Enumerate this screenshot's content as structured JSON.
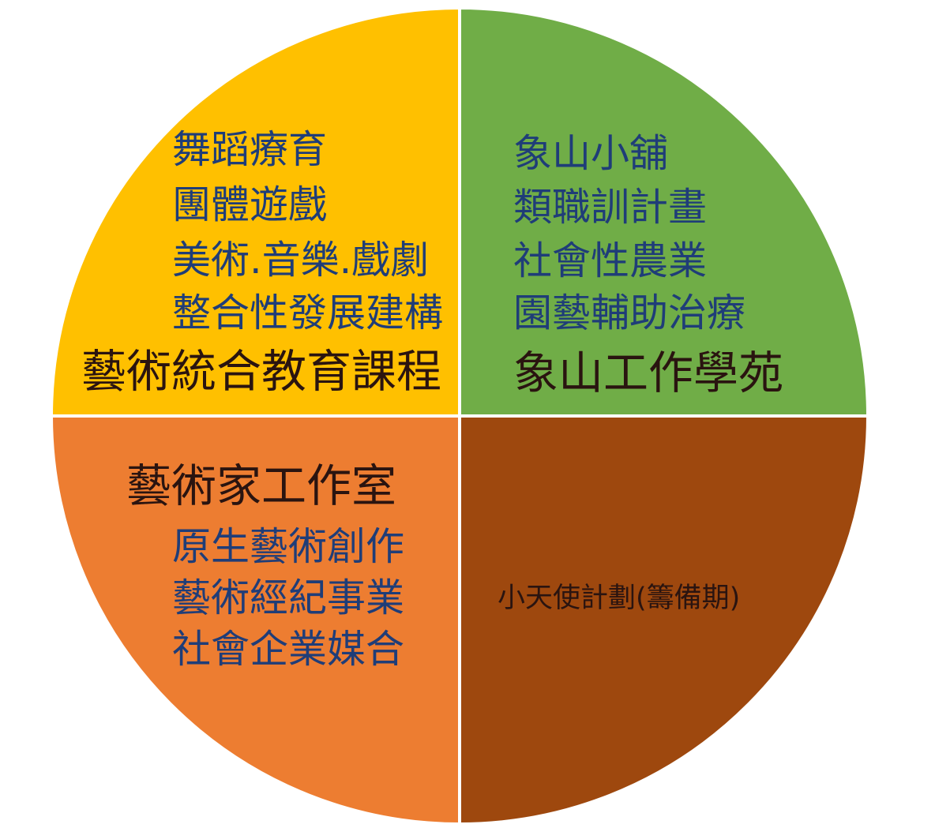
{
  "colors": {
    "quadrant_top_left": "#FFC000",
    "quadrant_top_right": "#70AD47",
    "quadrant_bottom_left": "#ED7D31",
    "quadrant_bottom_right": "#9E480E",
    "item_text": "#1F3D78",
    "title_text": "#2A1410"
  },
  "quadrants": {
    "top_left": {
      "items": [
        "舞蹈療育",
        "團體遊戲",
        "美術.音樂.戲劇",
        "整合性發展建構"
      ],
      "title": "藝術統合教育課程"
    },
    "top_right": {
      "items": [
        "象山小舖",
        "類職訓計畫",
        "社會性農業",
        "園藝輔助治療"
      ],
      "title": "象山工作學苑"
    },
    "bottom_left": {
      "title": "藝術家工作室",
      "items": [
        "原生藝術創作",
        "藝術經紀事業",
        "社會企業媒合"
      ]
    },
    "bottom_right": {
      "title": "小天使計劃(籌備期)"
    }
  }
}
